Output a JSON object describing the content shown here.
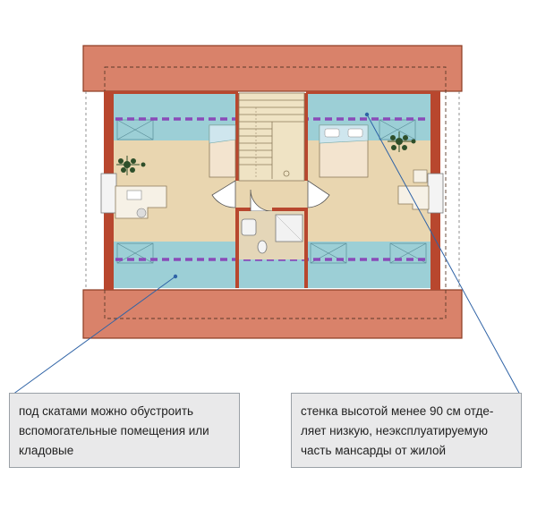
{
  "callouts": {
    "left": {
      "lines": [
        "под скатами можно обустроить",
        "вспомогательные помещения или",
        "кладовые"
      ]
    },
    "right": {
      "lines": [
        "стенка высотой менее 90 см отде-",
        "ляет низкую, неэксплуатируемую",
        "часть мансарды от жилой"
      ]
    }
  },
  "colors": {
    "roof": "#d9826a",
    "wall": "#b8472e",
    "floor": "#e9d6b0",
    "low_zone": "#9ccfd6",
    "knee_wall_line": "#8a4bb8",
    "leader_line": "#2f63a6",
    "callout_bg": "#e9e9ea"
  }
}
